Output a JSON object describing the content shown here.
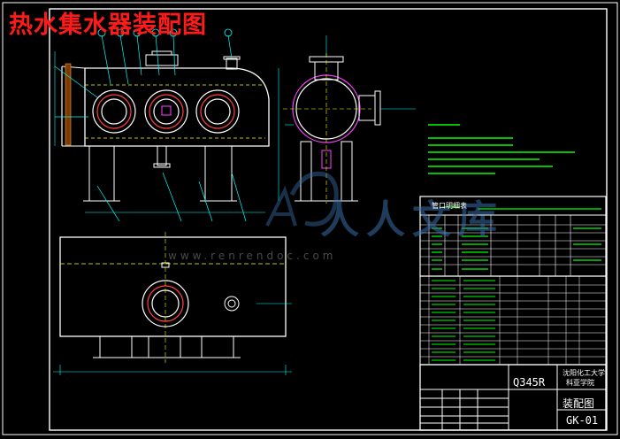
{
  "drawing": {
    "title": "热水集水器装配图",
    "watermark_text": "www.renrendoc.com",
    "watermark_mark": "人人文库"
  },
  "title_block": {
    "material": "Q345R",
    "drawing_name": "装配图",
    "drawing_no": "GK-01",
    "school": "沈阳化工大学",
    "dept": "科亚学院"
  },
  "tables": {
    "nozzle_table_title": "管口明细表"
  },
  "colors": {
    "background": "#000000",
    "outline": "#ffffff",
    "dimension": "#00ffff",
    "hidden": "#ffff00",
    "accent": "#ff1a1a",
    "text_green": "#00ff00",
    "vessel": "#ff00ff"
  }
}
